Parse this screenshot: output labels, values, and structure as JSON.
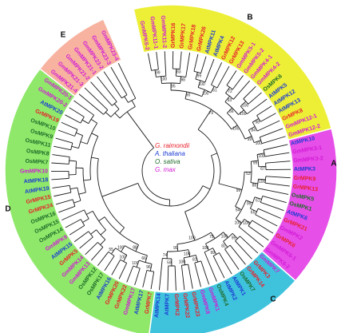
{
  "legend": [
    {
      "label": "G. raimondii",
      "color": "#e8212b"
    },
    {
      "label": "A. thaliana",
      "color": "#1c3bd3"
    },
    {
      "label": "O. sativa",
      "color": "#1f6b2a"
    },
    {
      "label": "G. max",
      "color": "#d21ad6"
    }
  ],
  "groups": [
    {
      "letter": "A",
      "color": "#e64fe8"
    },
    {
      "letter": "B",
      "color": "#ecef36"
    },
    {
      "letter": "C",
      "color": "#3fc3dd"
    },
    {
      "letter": "D",
      "color": "#8fe86a"
    },
    {
      "letter": "E",
      "color": "#f7b2a0"
    }
  ],
  "leaves": [
    {
      "label": "GmMPK6-2",
      "species": 3,
      "group": "B"
    },
    {
      "label": "GmMPK11-1",
      "species": 3,
      "group": "B"
    },
    {
      "label": "GmMPK11-2",
      "species": 3,
      "group": "B"
    },
    {
      "label": "GrMPK16",
      "species": 0,
      "group": "B"
    },
    {
      "label": "GrMPK17",
      "species": 0,
      "group": "B"
    },
    {
      "label": "GrMPK18",
      "species": 0,
      "group": "B"
    },
    {
      "label": "GrMPK26",
      "species": 0,
      "group": "B"
    },
    {
      "label": "AtMPK11",
      "species": 1,
      "group": "B"
    },
    {
      "label": "AtMPK4",
      "species": 1,
      "group": "B"
    },
    {
      "label": "GrMPK12",
      "species": 0,
      "group": "B"
    },
    {
      "label": "GrMPK13",
      "species": 0,
      "group": "B"
    },
    {
      "label": "GmMPK5-1",
      "species": 3,
      "group": "B"
    },
    {
      "label": "GmMPK5-2",
      "species": 3,
      "group": "B"
    },
    {
      "label": "GmMPK4-1",
      "species": 3,
      "group": "B"
    },
    {
      "label": "GmMPK4-2",
      "species": 3,
      "group": "B"
    },
    {
      "label": "OsMPK6",
      "species": 2,
      "group": "B"
    },
    {
      "label": "AtMPK5",
      "species": 1,
      "group": "B"
    },
    {
      "label": "AtMPK12",
      "species": 1,
      "group": "B"
    },
    {
      "label": "AtMPK13",
      "species": 1,
      "group": "B"
    },
    {
      "label": "GrMPK8",
      "species": 0,
      "group": "B"
    },
    {
      "label": "GmMPK12-1",
      "species": 3,
      "group": "B"
    },
    {
      "label": "GmMPK12-2",
      "species": 3,
      "group": "B"
    },
    {
      "label": "AtMPK10",
      "species": 1,
      "group": "A"
    },
    {
      "label": "GmMPK3-1",
      "species": 3,
      "group": "A"
    },
    {
      "label": "GmMPK3-2",
      "species": 3,
      "group": "A"
    },
    {
      "label": "AtMPK3",
      "species": 1,
      "group": "A"
    },
    {
      "label": "GrMPK9",
      "species": 0,
      "group": "A"
    },
    {
      "label": "GrMPK13",
      "species": 0,
      "group": "A"
    },
    {
      "label": "OsMPK5",
      "species": 2,
      "group": "A"
    },
    {
      "label": "OsMPK1",
      "species": 2,
      "group": "A"
    },
    {
      "label": "AtMPK6",
      "species": 1,
      "group": "A"
    },
    {
      "label": "GrMPK21",
      "species": 0,
      "group": "A"
    },
    {
      "label": "GmMPK2",
      "species": 3,
      "group": "A"
    },
    {
      "label": "GrMPK6",
      "species": 0,
      "group": "A"
    },
    {
      "label": "GmMPK6-1",
      "species": 3,
      "group": "A"
    },
    {
      "label": "GmMPK6-2",
      "species": 3,
      "group": "A"
    },
    {
      "label": "GmMPK7",
      "species": 3,
      "group": "C"
    },
    {
      "label": "GrMPK3",
      "species": 0,
      "group": "C"
    },
    {
      "label": "GrMPK14",
      "species": 0,
      "group": "C"
    },
    {
      "label": "OsMPK7",
      "species": 2,
      "group": "C"
    },
    {
      "label": "AtMPK1",
      "species": 1,
      "group": "C"
    },
    {
      "label": "AtMPK2",
      "species": 1,
      "group": "C"
    },
    {
      "label": "OsMPK4",
      "species": 2,
      "group": "C"
    },
    {
      "label": "GmMPK1",
      "species": 3,
      "group": "C"
    },
    {
      "label": "GmMPK8",
      "species": 3,
      "group": "C"
    },
    {
      "label": "GrMPK23",
      "species": 0,
      "group": "C"
    },
    {
      "label": "GrMPK22",
      "species": 0,
      "group": "C"
    },
    {
      "label": "GrMPK2",
      "species": 0,
      "group": "C"
    },
    {
      "label": "AtMPK7",
      "species": 1,
      "group": "C"
    },
    {
      "label": "AtMPK14",
      "species": 1,
      "group": "C"
    },
    {
      "label": "GrMPK7",
      "species": 0,
      "group": "D"
    },
    {
      "label": "AtMPK17",
      "species": 1,
      "group": "D"
    },
    {
      "label": "GmMPK17",
      "species": 3,
      "group": "D"
    },
    {
      "label": "GrMPK22",
      "species": 0,
      "group": "D"
    },
    {
      "label": "GrMPK20",
      "species": 0,
      "group": "D"
    },
    {
      "label": "AtMPK16",
      "species": 1,
      "group": "D"
    },
    {
      "label": "OsMPK17",
      "species": 2,
      "group": "D"
    },
    {
      "label": "OsMPK12",
      "species": 2,
      "group": "D"
    },
    {
      "label": "GmMPK13",
      "species": 3,
      "group": "D"
    },
    {
      "label": "GmMPK14",
      "species": 3,
      "group": "D"
    },
    {
      "label": "GrMPK5",
      "species": 0,
      "group": "D"
    },
    {
      "label": "AtMPK15",
      "species": 1,
      "group": "D"
    },
    {
      "label": "GmMPK9",
      "species": 3,
      "group": "D"
    },
    {
      "label": "OsMPK14",
      "species": 2,
      "group": "D"
    },
    {
      "label": "OsMPK15",
      "species": 2,
      "group": "D"
    },
    {
      "label": "OsMPK16",
      "species": 2,
      "group": "D"
    },
    {
      "label": "GrMPK24",
      "species": 0,
      "group": "D"
    },
    {
      "label": "GrMPK15",
      "species": 0,
      "group": "D"
    },
    {
      "label": "AtMPK19",
      "species": 1,
      "group": "D"
    },
    {
      "label": "AtMPK18",
      "species": 1,
      "group": "D"
    },
    {
      "label": "GmMPK10",
      "species": 3,
      "group": "D"
    },
    {
      "label": "OsMPK7",
      "species": 2,
      "group": "D"
    },
    {
      "label": "OsMPK8",
      "species": 2,
      "group": "D"
    },
    {
      "label": "OsMPK11",
      "species": 2,
      "group": "D"
    },
    {
      "label": "OsMPK9",
      "species": 2,
      "group": "D"
    },
    {
      "label": "OsMPK10",
      "species": 2,
      "group": "D"
    },
    {
      "label": "GrMPK19",
      "species": 0,
      "group": "D"
    },
    {
      "label": "AtMPK20",
      "species": 1,
      "group": "D"
    },
    {
      "label": "GmMPK20-2",
      "species": 3,
      "group": "D"
    },
    {
      "label": "GmMPK20-1",
      "species": 3,
      "group": "D"
    },
    {
      "label": "GmMPK21-4",
      "species": 3,
      "group": "E"
    },
    {
      "label": "GmMPK21-3",
      "species": 3,
      "group": "E"
    },
    {
      "label": "GmMPK21-2",
      "species": 3,
      "group": "E"
    },
    {
      "label": "GmMPK21-1",
      "species": 3,
      "group": "E"
    },
    {
      "label": "GmMPK23-2",
      "species": 3,
      "group": "E"
    },
    {
      "label": "GmMPK23-3",
      "species": 3,
      "group": "E"
    },
    {
      "label": "GmMPK23-4",
      "species": 3,
      "group": "E"
    }
  ],
  "bootstrap_values": [
    "99",
    "100",
    "83",
    "98",
    "95",
    "99",
    "100",
    "51",
    "100",
    "90",
    "72",
    "93",
    "100",
    "100",
    "56",
    "98",
    "84",
    "100",
    "99",
    "100",
    "79",
    "100",
    "67",
    "99",
    "100",
    "88",
    "53",
    "61",
    "65",
    "99",
    "100",
    "100",
    "54",
    "99",
    "95",
    "82",
    "100",
    "99",
    "100",
    "75",
    "81",
    "100",
    "100",
    "59",
    "74",
    "99",
    "100",
    "96",
    "100",
    "66",
    "100",
    "55",
    "100",
    "88"
  ]
}
